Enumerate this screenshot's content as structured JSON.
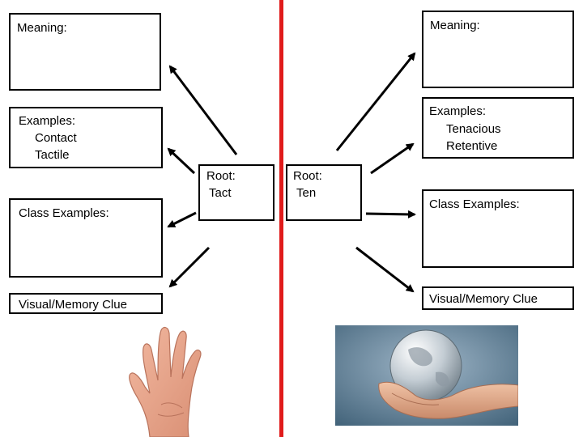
{
  "colors": {
    "divider": "#e01b1b",
    "border": "#000000",
    "arrow": "#000000"
  },
  "left": {
    "root": {
      "label": "Root:",
      "value": "Tact"
    },
    "meaning": "Meaning:",
    "examples": {
      "label": "Examples:",
      "items": [
        "Contact",
        "Tactile"
      ]
    },
    "class_examples": "Class Examples:",
    "visual_clue": "Visual/Memory Clue",
    "image": "hand-icon"
  },
  "right": {
    "root": {
      "label": "Root:",
      "value": "Ten"
    },
    "meaning": "Meaning:",
    "examples": {
      "label": "Examples:",
      "items": [
        "Tenacious",
        "Retentive"
      ]
    },
    "class_examples": "Class Examples:",
    "visual_clue": "Visual/Memory Clue",
    "image": "globe-in-hands-icon"
  }
}
